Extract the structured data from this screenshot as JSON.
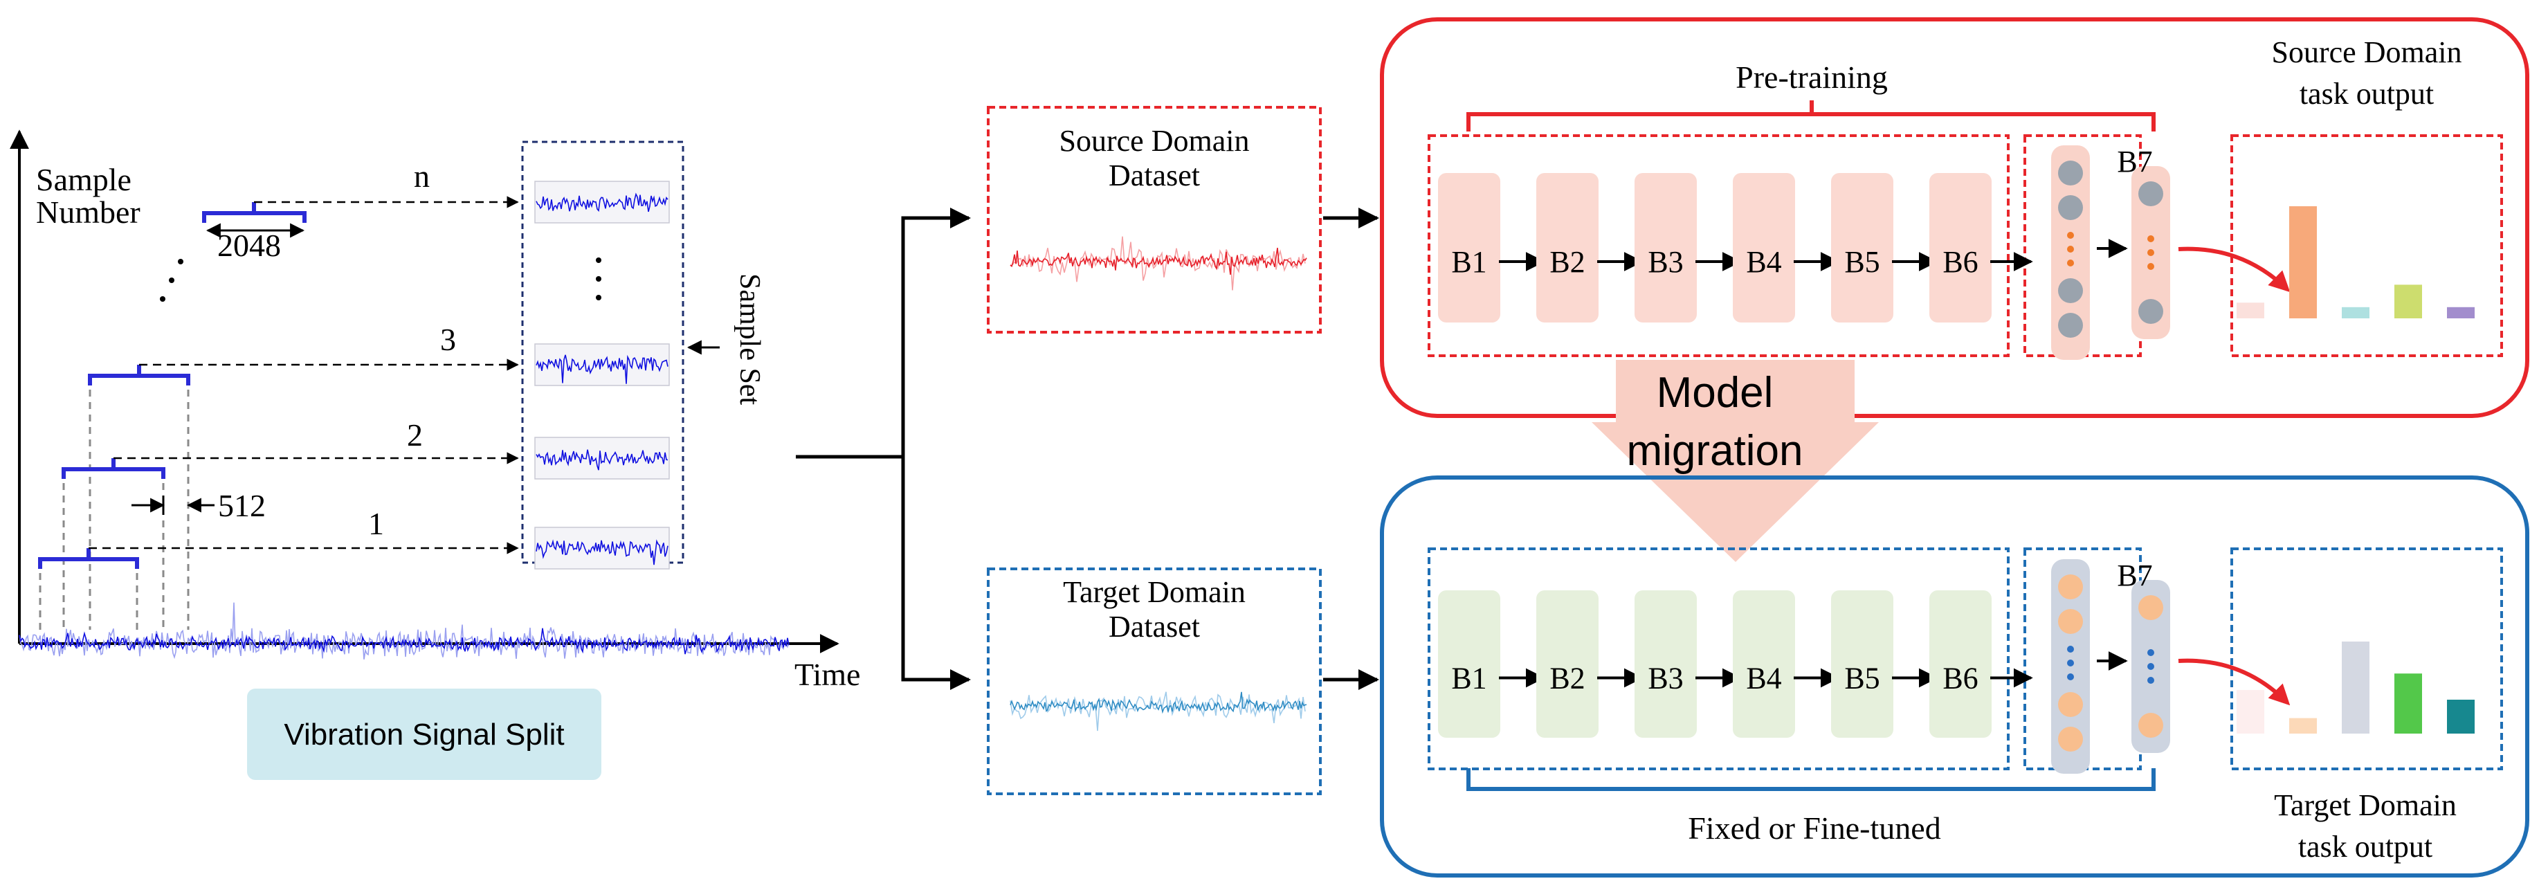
{
  "colors": {
    "red": "#e8262b",
    "blue": "#1f6fb5",
    "signal_blue": "#1010e0",
    "source_signal": "#e61e28",
    "target_signal": "#2f8cc4",
    "block_pink": "#fbd9d1",
    "block_green": "#e6f0dc",
    "arrow_pink": "#f9cfc4",
    "label_bg": "#cfeaf0"
  },
  "split": {
    "y_axis_label_1": "Sample",
    "y_axis_label_2": "Number",
    "x_axis_label": "Time",
    "label_n": "n",
    "label_3": "3",
    "label_2": "2",
    "label_1": "1",
    "window_size": "2048",
    "step_size": "512",
    "ellipsis": "·  ·  ·",
    "sample_set_label": "Sample Set",
    "panel_label": "Vibration Signal Split"
  },
  "source": {
    "dataset_line1": "Source Domain",
    "dataset_line2": "Dataset",
    "stage_label": "Pre-training",
    "output_line1": "Source Domain",
    "output_line2": "task output",
    "blocks": [
      "B1",
      "B2",
      "B3",
      "B4",
      "B5",
      "B6"
    ],
    "head_label": "B7",
    "output_bars": [
      {
        "value": 0.14,
        "color": "#fbe0dc"
      },
      {
        "value": 1.0,
        "color": "#f7a97a"
      },
      {
        "value": 0.1,
        "color": "#aee0e0"
      },
      {
        "value": 0.3,
        "color": "#cddd6e"
      },
      {
        "value": 0.1,
        "color": "#a28dcd"
      }
    ]
  },
  "migration": {
    "line1": "Model",
    "line2": "migration"
  },
  "target": {
    "dataset_line1": "Target Domain",
    "dataset_line2": "Dataset",
    "stage_label": "Fixed or Fine-tuned",
    "output_line1": "Target Domain",
    "output_line2": "task output",
    "blocks": [
      "B1",
      "B2",
      "B3",
      "B4",
      "B5",
      "B6"
    ],
    "head_label": "B7",
    "output_bars": [
      {
        "value": 0.45,
        "color": "#fdeeee"
      },
      {
        "value": 0.16,
        "color": "#fcd9b8"
      },
      {
        "value": 0.95,
        "color": "#d4d8e2"
      },
      {
        "value": 0.62,
        "color": "#53c84a"
      },
      {
        "value": 0.35,
        "color": "#17888f"
      }
    ]
  }
}
